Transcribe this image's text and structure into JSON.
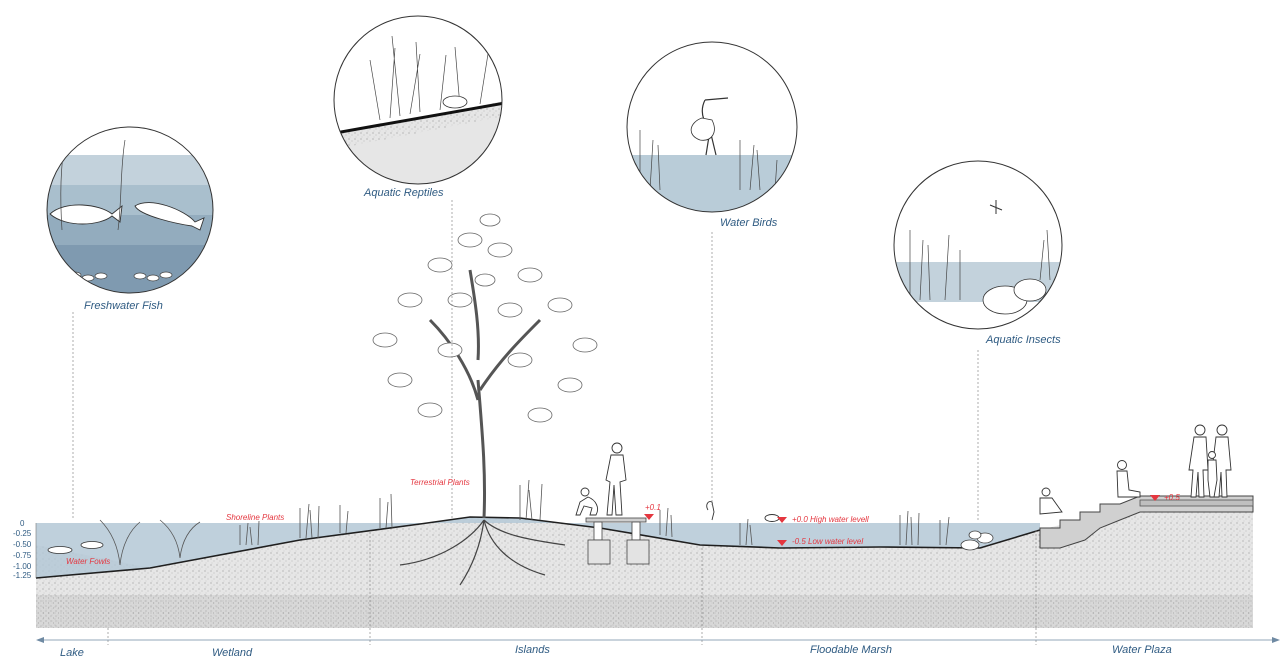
{
  "colors": {
    "water_light": "#b9ccd8",
    "water_dark": "#7f9ab0",
    "label_blue": "#2f5b82",
    "annotation_red": "#e4363f",
    "ground": "#d9d9d9",
    "line": "#3a3a3a"
  },
  "callouts": [
    {
      "label": "Freshwater Fish"
    },
    {
      "label": "Aquatic Reptiles"
    },
    {
      "label": "Water Birds"
    },
    {
      "label": "Aquatic Insects"
    }
  ],
  "annotations": {
    "shoreline_plants": "Shoreline Plants",
    "terrestrial_plants": "Terrestrial  Plants",
    "water_fowls": "Water Fowls",
    "high_water": "+0.0 High water levell",
    "low_water": "-0.5 Low water level",
    "boardwalk_level": "+0.1",
    "plaza_level": "+0.5"
  },
  "depth_scale": [
    "0",
    "-0.25",
    "-0.50",
    "-0.75",
    "-1.00",
    "-1.25"
  ],
  "zones": [
    "Lake",
    "Wetland",
    "Islands",
    "Floodable Marsh",
    "Water Plaza"
  ]
}
